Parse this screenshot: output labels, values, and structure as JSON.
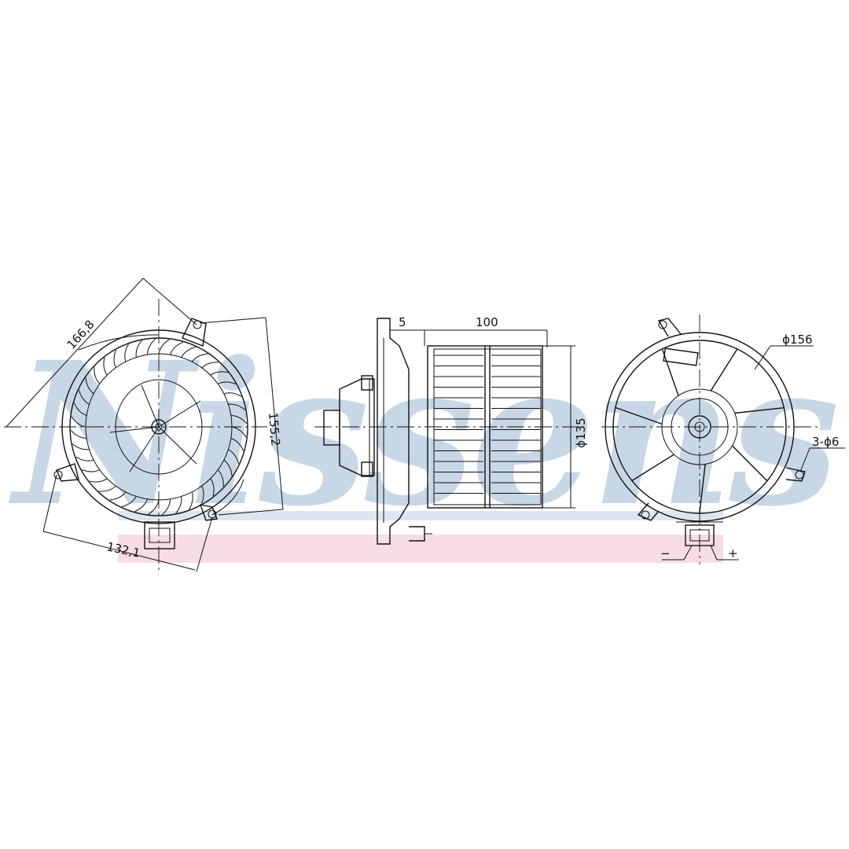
{
  "watermark": {
    "text": "Nissens",
    "color": "#c7d7e6",
    "band_color": "#f6dde5"
  },
  "views": {
    "front": {
      "dimensions": {
        "diagonal": "166,8",
        "height": "155,2",
        "bottom": "132,1"
      }
    },
    "side": {
      "dimensions": {
        "offset": "5",
        "length": "100",
        "diameter": "ϕ135"
      }
    },
    "rear": {
      "dimensions": {
        "diameter": "ϕ156",
        "holes": "3-ϕ6"
      },
      "terminals": {
        "negative": "−",
        "positive": "+"
      }
    }
  }
}
